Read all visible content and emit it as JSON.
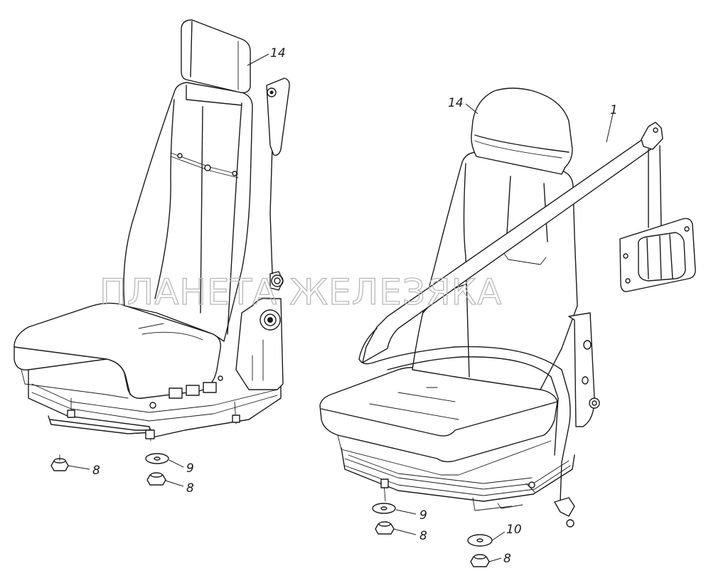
{
  "watermark": "ПЛАНЕТА ЖЕЛЕЗЯКА",
  "callouts": {
    "left_headrest": "14",
    "left_nut_a": "8",
    "left_washer": "9",
    "left_nut_b": "8",
    "right_headrest": "14",
    "right_belt": "1",
    "right_washer_a": "9",
    "right_nut_a": "8",
    "right_washer_b": "10",
    "right_nut_b": "8"
  }
}
